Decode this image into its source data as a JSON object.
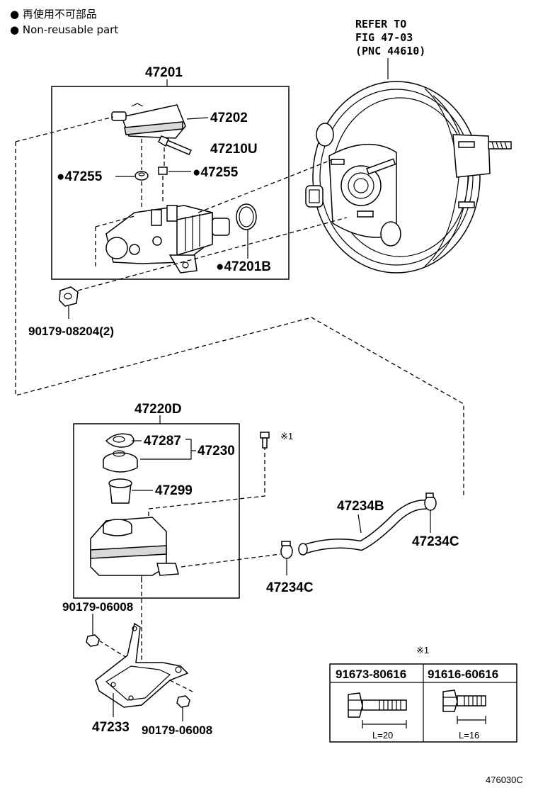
{
  "legend": {
    "line1": "● 再使用不可部品",
    "line2": "● Non-reusable part"
  },
  "refer": {
    "line1": "REFER TO",
    "line2": "FIG 47-03",
    "line3": "(PNC 44610)"
  },
  "parts": {
    "p47201": "47201",
    "p47202": "47202",
    "p47210U": "47210U",
    "p47255_left": "●47255",
    "p47255_right": "●47255",
    "p47201B": "●47201B",
    "p90179_08204": "90179-08204(2)",
    "p47220D": "47220D",
    "p47287": "47287",
    "p47230": "47230",
    "p47299": "47299",
    "note_mark_top": "※1",
    "p47234B": "47234B",
    "p47234C_right": "47234C",
    "p47234C_bottom": "47234C",
    "p90179_06008_top": "90179-06008",
    "p90179_06008_bottom": "90179-06008",
    "p47233": "47233"
  },
  "bolt_table": {
    "note_mark": "※1",
    "col1_header": "91673-80616",
    "col2_header": "91616-60616",
    "col1_length": "L=20",
    "col2_length": "L=16"
  },
  "figure_code": "476030C"
}
